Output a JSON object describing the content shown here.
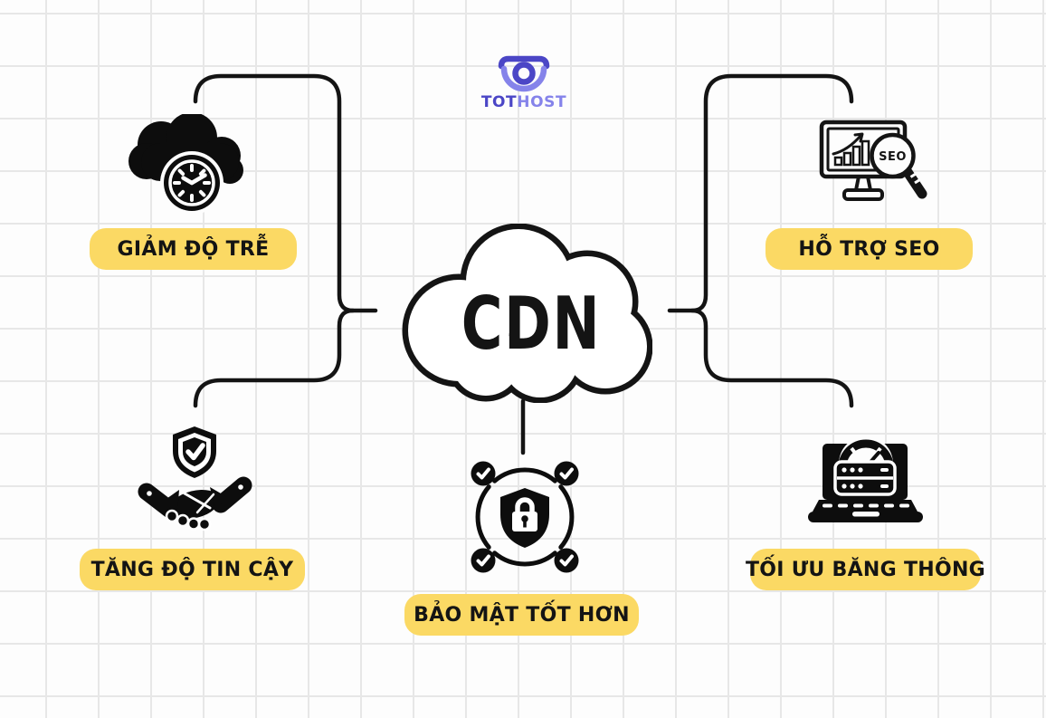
{
  "brand": {
    "name_bold": "TOT",
    "name_light": "HOST"
  },
  "center": {
    "label": "CDN"
  },
  "nodes": [
    {
      "id": "giam-do-tre",
      "label": "GIẢM ĐỘ TRỄ",
      "icon": "cloud-clock-icon",
      "position": "top-left"
    },
    {
      "id": "ho-tro-seo",
      "label": "HỖ TRỢ SEO",
      "icon": "seo-magnifier-icon",
      "position": "top-right"
    },
    {
      "id": "tang-do-tin-cay",
      "label": "TĂNG ĐỘ TIN CẬY",
      "icon": "handshake-shield-icon",
      "position": "bottom-left"
    },
    {
      "id": "bao-mat-tot-hon",
      "label": "BẢO MẬT TỐT HƠN",
      "icon": "shield-lock-icon",
      "position": "bottom-center"
    },
    {
      "id": "toi-uu-bang-thong",
      "label": "TỐI ƯU BĂNG THÔNG",
      "icon": "laptop-speedometer-icon",
      "position": "bottom-right"
    }
  ],
  "icons": {
    "seo_text": "SEO"
  },
  "colors": {
    "pill_bg": "#FBD964",
    "line": "#141414",
    "logo_dark": "#4b46c6",
    "logo_light": "#8583ea",
    "background": "#fdfdfd",
    "grid_line": "#e7e7e7"
  }
}
